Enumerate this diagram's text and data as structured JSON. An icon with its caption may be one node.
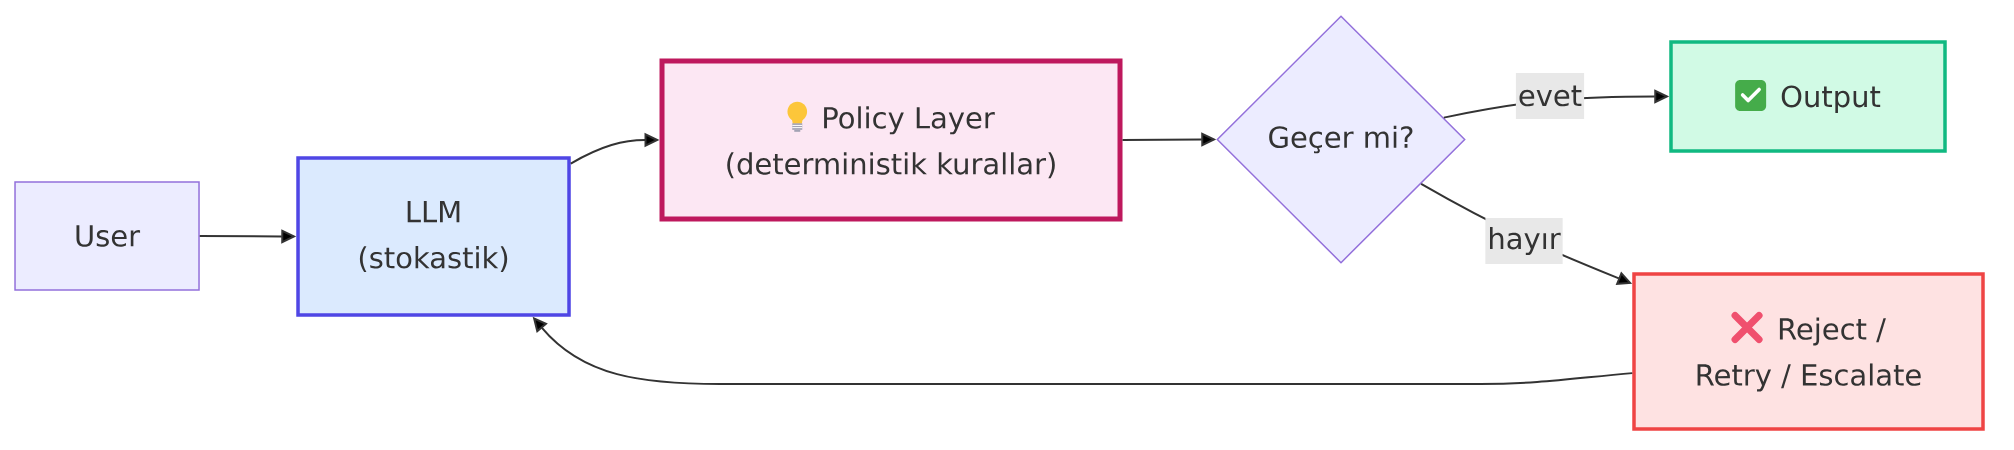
{
  "diagram": {
    "nodes": [
      {
        "text": [
          "User"
        ]
      },
      {
        "text": [
          "LLM (stokastik)"
        ]
      },
      {
        "text": [
          "Policy Layer (deterministik kurallar)"
        ]
      },
      {
        "text": [
          "Geçer mi?"
        ]
      },
      {
        "text": [
          "Output"
        ]
      },
      {
        "text": [
          "Reject / Retry / Escalate"
        ]
      }
    ],
    "edges": [
      {
        "from": 0,
        "to": 1,
        "arrow": "to"
      },
      {
        "from": 1,
        "to": 2,
        "arrow": "to"
      },
      {
        "from": 2,
        "to": 3,
        "arrow": "to"
      },
      {
        "from": 3,
        "to": 4,
        "arrow": "to",
        "label": "evet"
      },
      {
        "from": 3,
        "to": 5,
        "arrow": "to",
        "label": "hayır"
      },
      {
        "from": 5,
        "to": 1,
        "arrow": "to"
      }
    ]
  }
}
